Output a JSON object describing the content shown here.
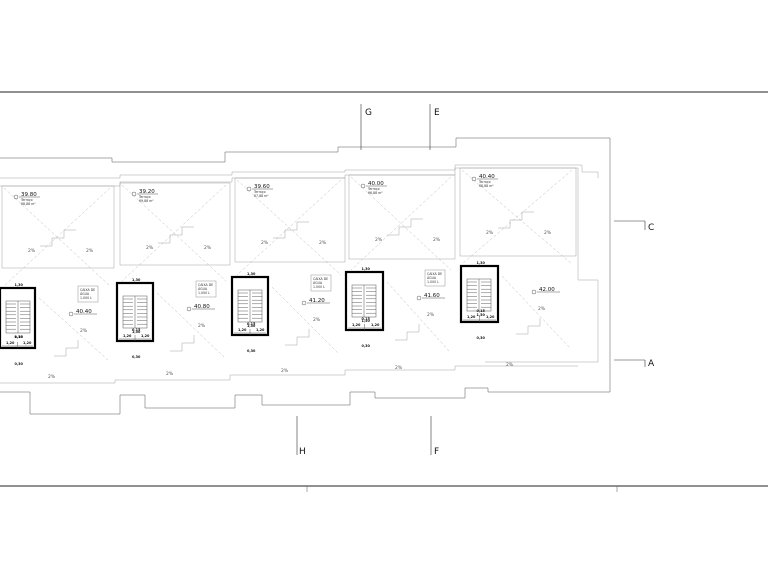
{
  "grid_axes": {
    "G": "G",
    "E": "E",
    "C": "C",
    "A": "A",
    "H": "H",
    "F": "F"
  },
  "roof_levels": [
    "39.80",
    "39.20",
    "39.60",
    "40.00",
    "40.40"
  ],
  "landing_levels": [
    "40.40",
    "40.80",
    "41.20",
    "41.60",
    "42.00"
  ],
  "roof_notes": [
    "Terraço",
    "Terraço",
    "Terraço",
    "Terraço",
    "Terraço"
  ],
  "roof_areas": [
    "68,88 m²",
    "69,88 m²",
    "67,88 m²",
    "66,88 m²",
    "68,88 m²"
  ],
  "label_boxes": [
    [
      "CAIXA DE",
      "ÁGUA",
      "1.000 L"
    ],
    [
      "CAIXA DE",
      "ÁGUA",
      "1.000 L"
    ],
    [
      "CAIXA DE",
      "ÁGUA",
      "1.000 L"
    ],
    [
      "CAIXA DE",
      "ÁGUA",
      "1.000 L"
    ]
  ],
  "slope_label": "2%",
  "stair_dims": {
    "top": "1,30",
    "landing": "1,50",
    "left": "1,20",
    "mid": "0,15",
    "right": "1,20",
    "bottom": "0,30"
  }
}
